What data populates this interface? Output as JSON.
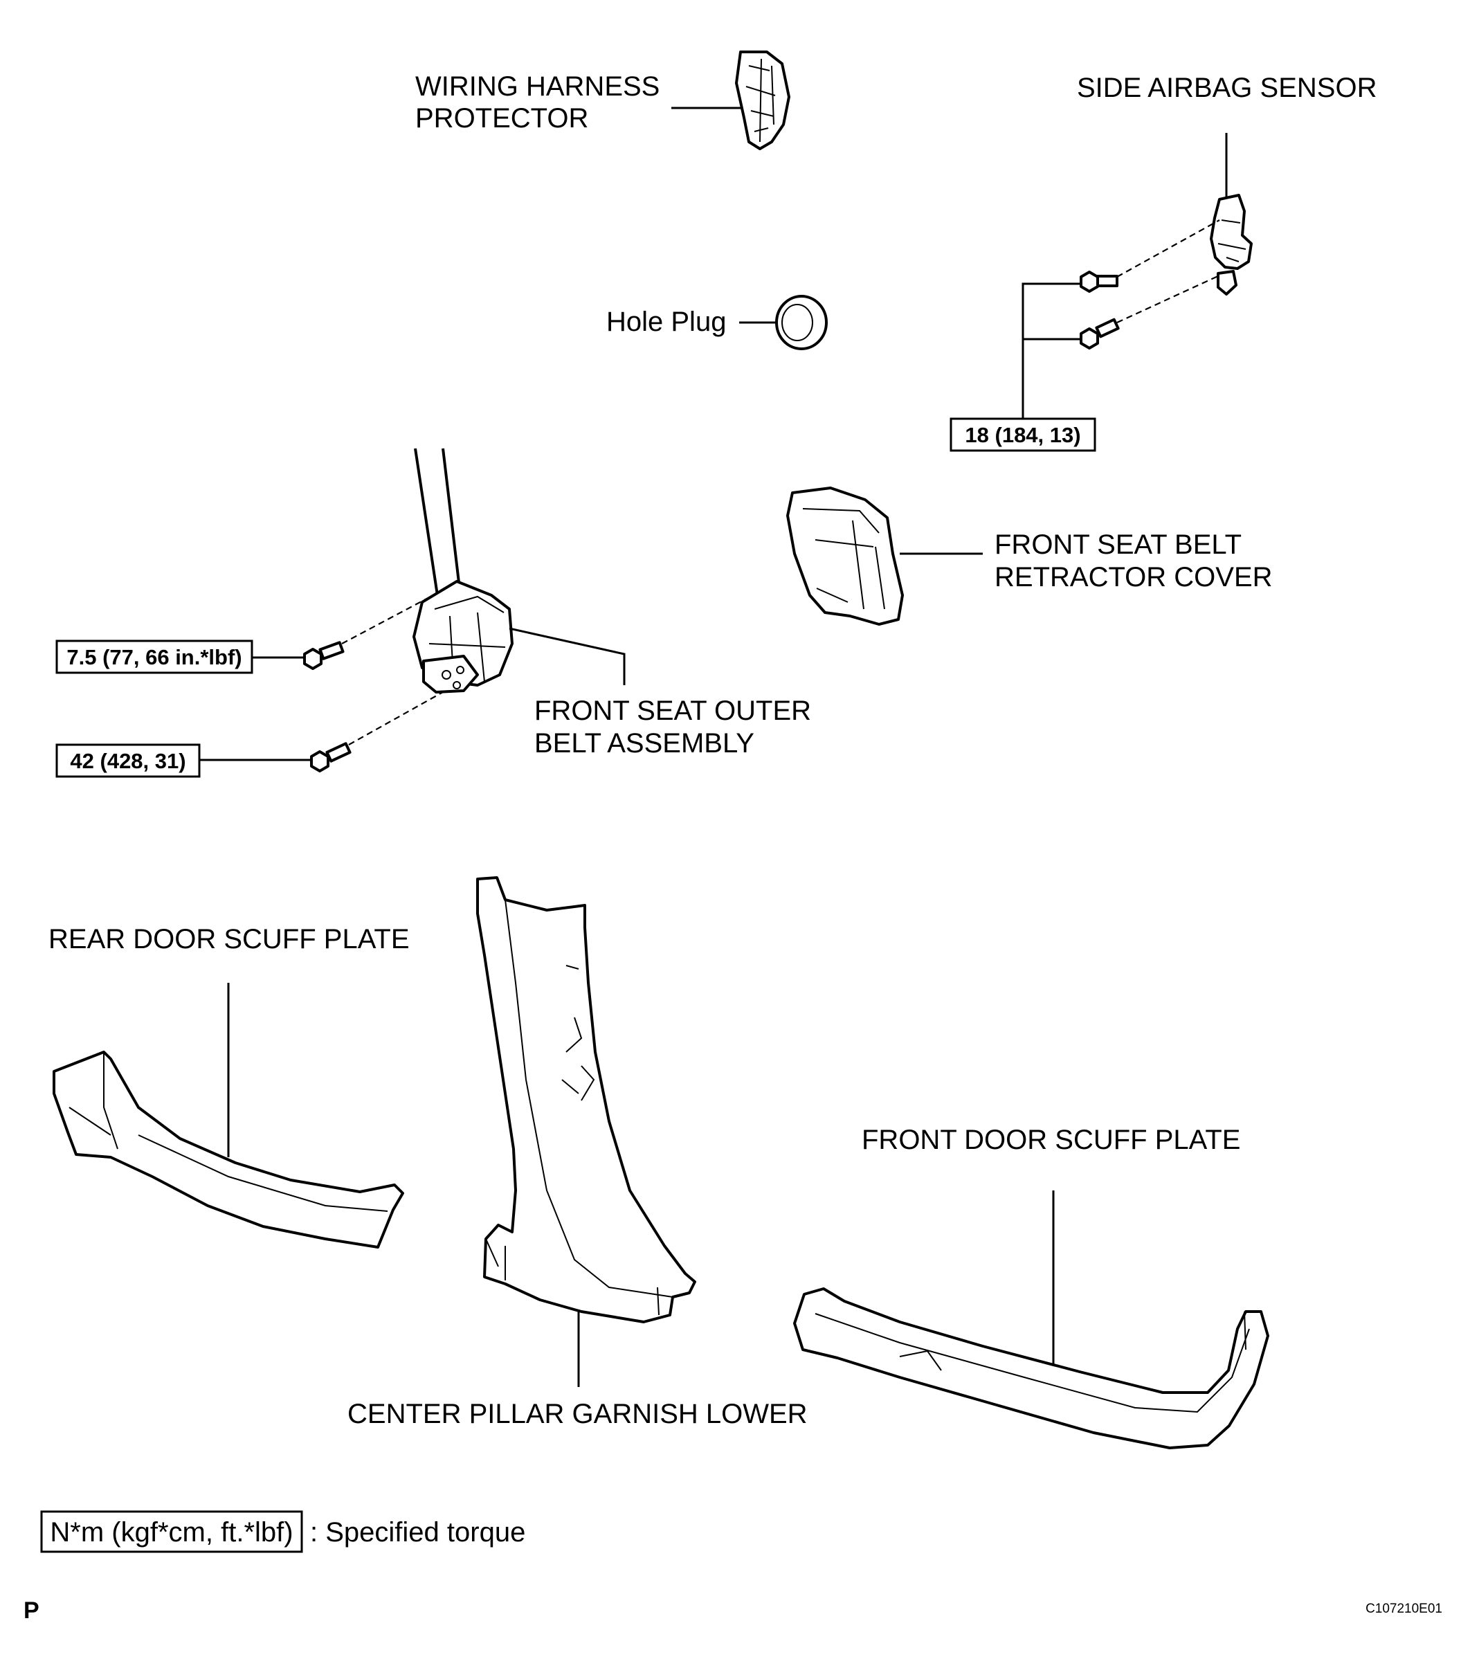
{
  "labels": {
    "wiring_harness_protector": [
      "WIRING HARNESS",
      "PROTECTOR"
    ],
    "side_airbag_sensor": "SIDE AIRBAG SENSOR",
    "hole_plug": "Hole Plug",
    "front_seat_belt_retractor_cover": [
      "FRONT SEAT BELT",
      "RETRACTOR COVER"
    ],
    "front_seat_outer_belt_assembly": [
      "FRONT SEAT OUTER",
      "BELT ASSEMBLY"
    ],
    "rear_door_scuff_plate": "REAR DOOR SCUFF PLATE",
    "front_door_scuff_plate": "FRONT DOOR SCUFF PLATE",
    "center_pillar_garnish_lower": "CENTER PILLAR GARNISH LOWER"
  },
  "torques": {
    "side_airbag_sensor_bolts": "18 (184, 13)",
    "belt_upper_bolt": "7.5 (77, 66 in.*lbf)",
    "belt_lower_bolt": "42 (428, 31)"
  },
  "legend": {
    "unit_box": "N*m (kgf*cm, ft.*lbf)",
    "description": ": Specified torque"
  },
  "footer": {
    "page_mark": "P",
    "figure_code": "C107210E01"
  }
}
